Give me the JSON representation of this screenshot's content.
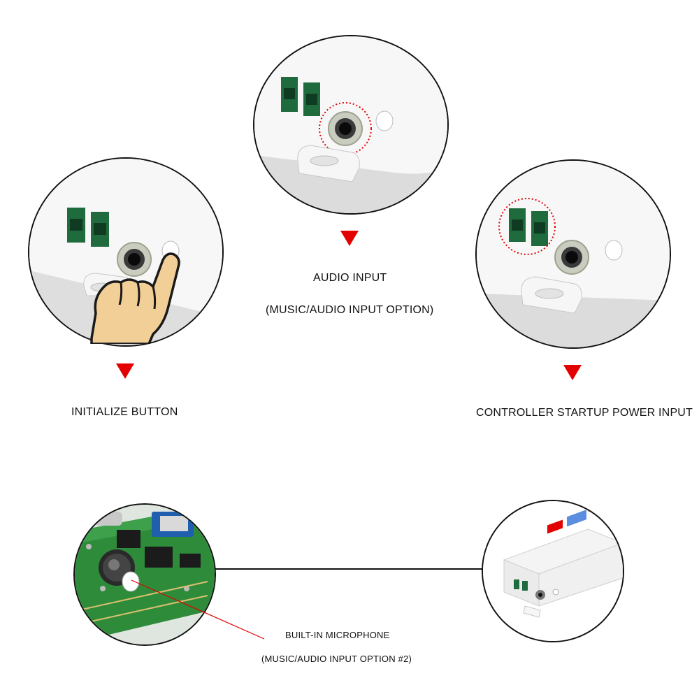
{
  "labels": {
    "audio_input": "AUDIO INPUT",
    "audio_input_sub": "(MUSIC/AUDIO INPUT OPTION)",
    "initialize_button": "INITIALIZE BUTTON",
    "controller_power": "CONTROLLER STARTUP POWER INPUT",
    "microphone": "BUILT-IN MICROPHONE",
    "microphone_sub": "(MUSIC/AUDIO INPUT OPTION #2)"
  },
  "colors": {
    "accent_red": "#e30000",
    "device_body": "#f2f2f2",
    "terminal_green": "#1f6b3e",
    "pcb_green": "#2e8b3a"
  },
  "icons": [
    "pointing-hand-icon",
    "down-triangle-icon"
  ]
}
